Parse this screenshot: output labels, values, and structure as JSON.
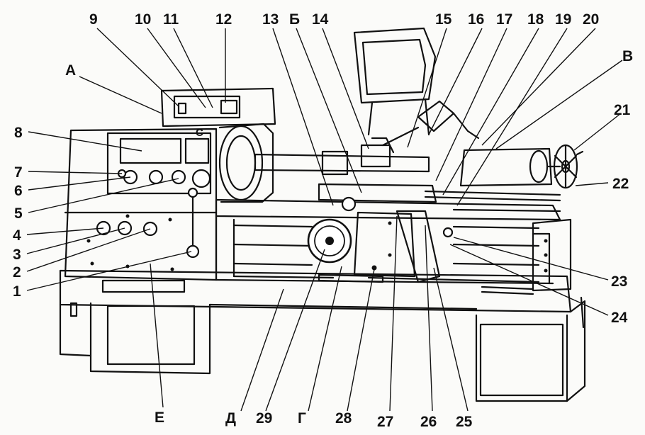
{
  "figure": {
    "callouts": [
      "1",
      "2",
      "3",
      "4",
      "5",
      "6",
      "7",
      "8",
      "9",
      "10",
      "11",
      "12",
      "13",
      "14",
      "15",
      "16",
      "17",
      "18",
      "19",
      "20",
      "21",
      "22",
      "23",
      "24",
      "25",
      "26",
      "27",
      "28",
      "29"
    ],
    "assembly_letters": [
      "А",
      "Б",
      "В",
      "Г",
      "Д",
      "Е"
    ],
    "panel_mark": "С"
  },
  "colors": {
    "ink": "#111111",
    "paper": "#fbfbf9",
    "shade": "#cfcfcf"
  }
}
